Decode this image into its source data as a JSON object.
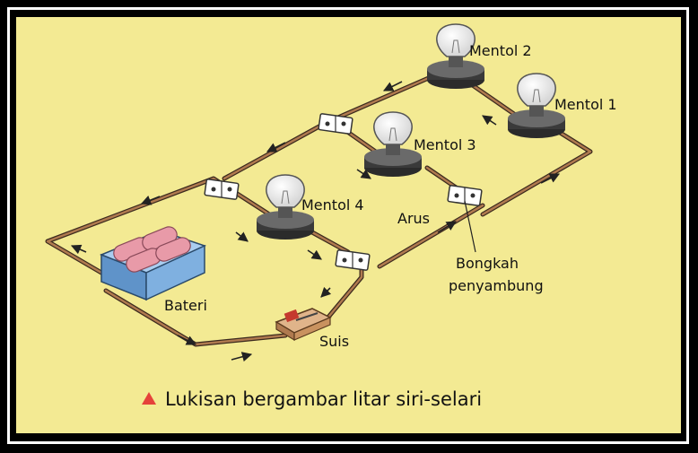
{
  "labels": {
    "bulb2": "Mentol 2",
    "bulb1": "Mentol 1",
    "bulb3": "Mentol 3",
    "bulb4": "Mentol 4",
    "current": "Arus",
    "connector_line1": "Bongkah",
    "connector_line2": "penyambung",
    "battery": "Bateri",
    "switch": "Suis"
  },
  "caption": {
    "text": "Lukisan bergambar litar siri-selari",
    "marker": "triangle-icon",
    "marker_color": "#e5423a"
  },
  "colors": {
    "background": "#f3ea93",
    "wire": "#8a5a3a",
    "battery": "#7fb0e0",
    "cells": "#e89aa8"
  }
}
